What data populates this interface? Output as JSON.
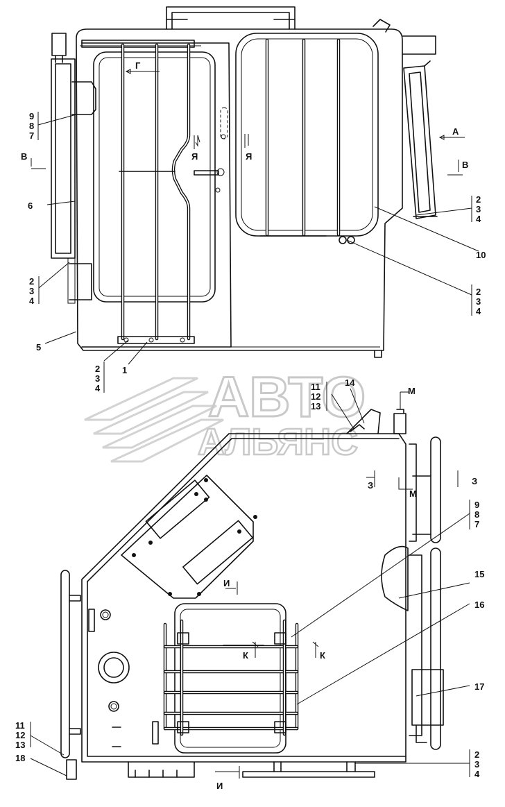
{
  "watermark": {
    "line1": "АВТО",
    "line2": "АЛЬЯНС",
    "color": "#c9c9c9"
  },
  "top_view": {
    "labels": {
      "g": "Г",
      "ya_left": "Я",
      "ya_right": "Я",
      "a": "А",
      "b_left": "В",
      "b_right": "В",
      "p6": "6",
      "p5": "5",
      "p1": "1",
      "p10": "10",
      "s987_a": "9",
      "s987_b": "8",
      "s987_c": "7",
      "s234L_a": "2",
      "s234L_b": "3",
      "s234L_c": "4",
      "s234B_a": "2",
      "s234B_b": "3",
      "s234B_c": "4",
      "s234R1_a": "2",
      "s234R1_b": "3",
      "s234R1_c": "4",
      "s234R2_a": "2",
      "s234R2_b": "3",
      "s234R2_c": "4"
    }
  },
  "bottom_view": {
    "labels": {
      "p14": "14",
      "s111213_a": "11",
      "s111213_b": "12",
      "s111213_c": "13",
      "m_top": "М",
      "m_bot": "М",
      "z_left": "З",
      "z_right": "З",
      "s987_a": "9",
      "s987_b": "8",
      "s987_c": "7",
      "p15": "15",
      "p16": "16",
      "p17": "17",
      "i_top": "И",
      "i_bot": "И",
      "k_left": "К",
      "k_right": "К",
      "s111213L_a": "11",
      "s111213L_b": "12",
      "s111213L_c": "13",
      "p18": "18",
      "s234_a": "2",
      "s234_b": "3",
      "s234_c": "4"
    }
  }
}
